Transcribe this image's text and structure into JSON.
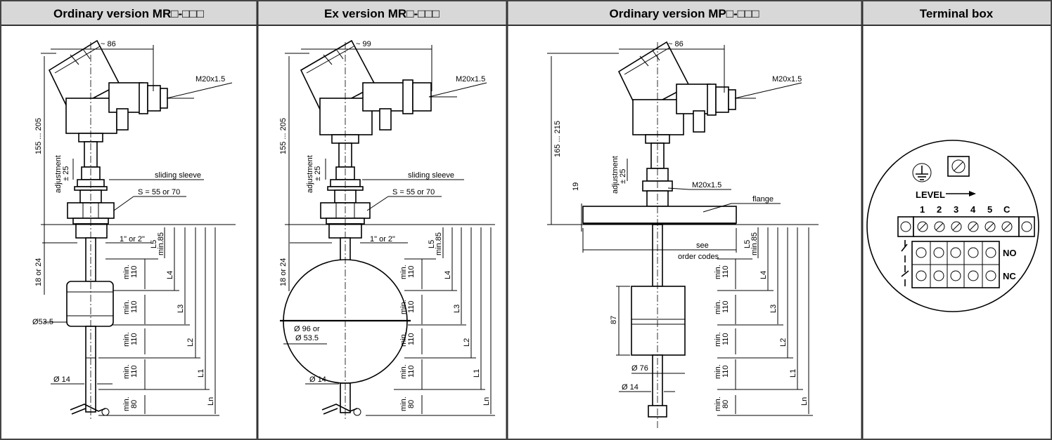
{
  "columns": [
    {
      "title": "Ordinary version MR□-□□□"
    },
    {
      "title": "Ex version MR□-□□□"
    },
    {
      "title": "Ordinary version MP□-□□□"
    },
    {
      "title": "Terminal box"
    }
  ],
  "col1": {
    "width": "~ 86",
    "thread": "M20x1.5",
    "height": "155 ... 205",
    "adjust1": "adjustment",
    "adjust2": "± 25",
    "sleeve": "sliding sleeve",
    "s": "S = 55 or 70",
    "pipe": "1\" or 2\"",
    "depth": "18 or 24",
    "float": "Ø53.5",
    "rod": "Ø 14",
    "l5": "L5",
    "l5min": "min.85",
    "l4": "L4",
    "l3": "L3",
    "l2": "L2",
    "l1": "L1",
    "ln": "Ln",
    "min": "min.",
    "v110": "110",
    "v80": "80"
  },
  "col2": {
    "width": "~ 99",
    "thread": "M20x1.5",
    "height": "155 ... 205",
    "adjust1": "adjustment",
    "adjust2": "± 25",
    "sleeve": "sliding sleeve",
    "s": "S = 55 or 70",
    "pipe": "1\" or 2\"",
    "depth": "18 or 24",
    "float1": "Ø 96 or",
    "float2": "Ø 53.5",
    "rod": "Ø 14",
    "l5": "L5",
    "l5min": "min.85",
    "l4": "L4",
    "l3": "L3",
    "l2": "L2",
    "l1": "L1",
    "ln": "Ln",
    "min": "min.",
    "v110": "110",
    "v80": "80"
  },
  "col3": {
    "width": "~ 86",
    "thread": "M20x1.5",
    "height": "165 ... 215",
    "adjust1": "adjustment",
    "adjust2": "± 25",
    "thread2": "M20x1.5",
    "flange": "flange",
    "h19": "19",
    "see1": "see",
    "see2": "order codes",
    "h87": "87",
    "float": "Ø 76",
    "rod": "Ø 14",
    "l5": "L5",
    "l5min": "min.85",
    "l4": "L4",
    "l3": "L3",
    "l2": "L2",
    "l1": "L1",
    "ln": "Ln",
    "min": "min.",
    "v110": "110",
    "v80": "80"
  },
  "terminal": {
    "level": "LEVEL",
    "nums": [
      "1",
      "2",
      "3",
      "4",
      "5",
      "C"
    ],
    "no": "NO",
    "nc": "NC"
  }
}
